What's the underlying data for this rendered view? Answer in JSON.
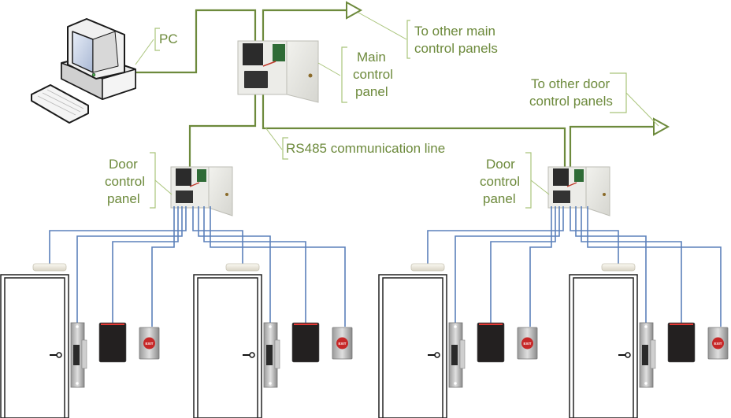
{
  "diagram": {
    "title": "Access control system wiring topology",
    "colors": {
      "backbone_line": "#6d8a3c",
      "label_text": "#6d8a3c",
      "leader_line": "#a9c47a",
      "device_wiring": "#5b80bb",
      "exit_button": "#c62828",
      "reader_led": "#e53935"
    },
    "labels": {
      "pc": "PC",
      "main_panel": [
        "Main",
        "control",
        "panel"
      ],
      "other_main": [
        "To other main",
        "control panels"
      ],
      "other_door": [
        "To other door",
        "control panels"
      ],
      "rs485": "RS485 communication line",
      "door_panel": [
        "Door",
        "control",
        "panel"
      ]
    },
    "exit_button_text": "EXIT",
    "door_panels": [
      {
        "id": "left",
        "doors": [
          {
            "devices": [
              "door-contact",
              "door",
              "electric-strike",
              "card-reader",
              "exit-button"
            ]
          },
          {
            "devices": [
              "door-contact",
              "door",
              "electric-strike",
              "card-reader",
              "exit-button"
            ]
          }
        ]
      },
      {
        "id": "right",
        "doors": [
          {
            "devices": [
              "door-contact",
              "door",
              "electric-strike",
              "card-reader",
              "exit-button"
            ]
          },
          {
            "devices": [
              "door-contact",
              "door",
              "electric-strike",
              "card-reader",
              "exit-button"
            ]
          }
        ]
      }
    ]
  }
}
